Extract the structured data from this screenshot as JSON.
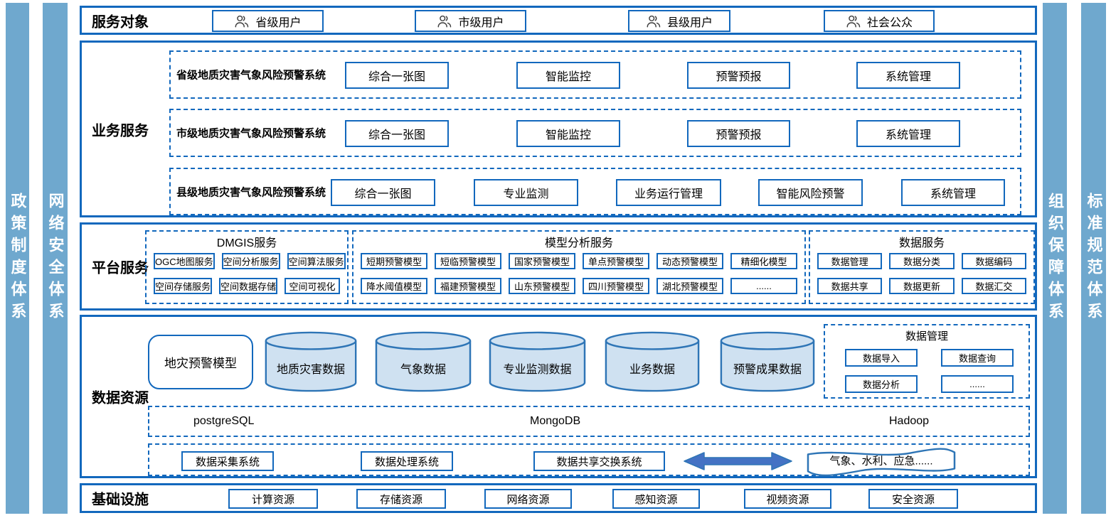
{
  "colors": {
    "accent_blue": "#1268bd",
    "bar_blue": "#6fa8ce",
    "cylinder_fill": "#cfe1f1",
    "cylinder_border": "#2e75b6",
    "arrow_fill": "#4472c4"
  },
  "sidebars": {
    "left": [
      {
        "label": "政策制度体系"
      },
      {
        "label": "网络安全体系"
      }
    ],
    "right": [
      {
        "label": "组织保障体系"
      },
      {
        "label": "标准规范体系"
      }
    ]
  },
  "service_targets": {
    "title": "服务对象",
    "items": [
      {
        "label": "省级用户"
      },
      {
        "label": "市级用户"
      },
      {
        "label": "县级用户"
      },
      {
        "label": "社会公众"
      }
    ]
  },
  "business": {
    "title": "业务服务",
    "rows": [
      {
        "label": "省级地质灾害气象风险预警系统",
        "boxes": [
          "综合一张图",
          "智能监控",
          "预警预报",
          "系统管理"
        ]
      },
      {
        "label": "市级地质灾害气象风险预警系统",
        "boxes": [
          "综合一张图",
          "智能监控",
          "预警预报",
          "系统管理"
        ]
      },
      {
        "label": "县级地质灾害气象风险预警系统",
        "boxes": [
          "综合一张图",
          "专业监测",
          "业务运行管理",
          "智能风险预警",
          "系统管理"
        ]
      }
    ]
  },
  "platform": {
    "title": "平台服务",
    "groups": [
      {
        "title": "DMGIS服务",
        "rows": [
          [
            "OGC地图服务",
            "空间分析服务",
            "空间算法服务"
          ],
          [
            "空间存储服务",
            "空间数据存储",
            "空间可视化"
          ]
        ]
      },
      {
        "title": "模型分析服务",
        "rows": [
          [
            "短期预警模型",
            "短临预警模型",
            "国家预警模型",
            "单点预警模型",
            "动态预警模型",
            "精细化模型"
          ],
          [
            "降水阈值模型",
            "福建预警模型",
            "山东预警模型",
            "四川预警模型",
            "湖北预警模型",
            "......"
          ]
        ]
      },
      {
        "title": "数据服务",
        "rows": [
          [
            "数据管理",
            "数据分类",
            "数据编码"
          ],
          [
            "数据共享",
            "数据更新",
            "数据汇交"
          ]
        ]
      }
    ]
  },
  "data_resources": {
    "title": "数据资源",
    "model_box": "地灾预警模型",
    "cylinders": [
      "地质灾害数据",
      "气象数据",
      "专业监测数据",
      "业务数据",
      "预警成果数据"
    ],
    "data_mgmt": {
      "title": "数据管理",
      "items": [
        "数据导入",
        "数据查询",
        "数据分析",
        "......"
      ]
    },
    "databases": [
      "postgreSQL",
      "MongoDB",
      "Hadoop"
    ],
    "systems": [
      "数据采集系统",
      "数据处理系统",
      "数据共享交换系统"
    ],
    "external": "气象、水利、应急......"
  },
  "infrastructure": {
    "title": "基础设施",
    "items": [
      "计算资源",
      "存储资源",
      "网络资源",
      "感知资源",
      "视频资源",
      "安全资源"
    ]
  }
}
